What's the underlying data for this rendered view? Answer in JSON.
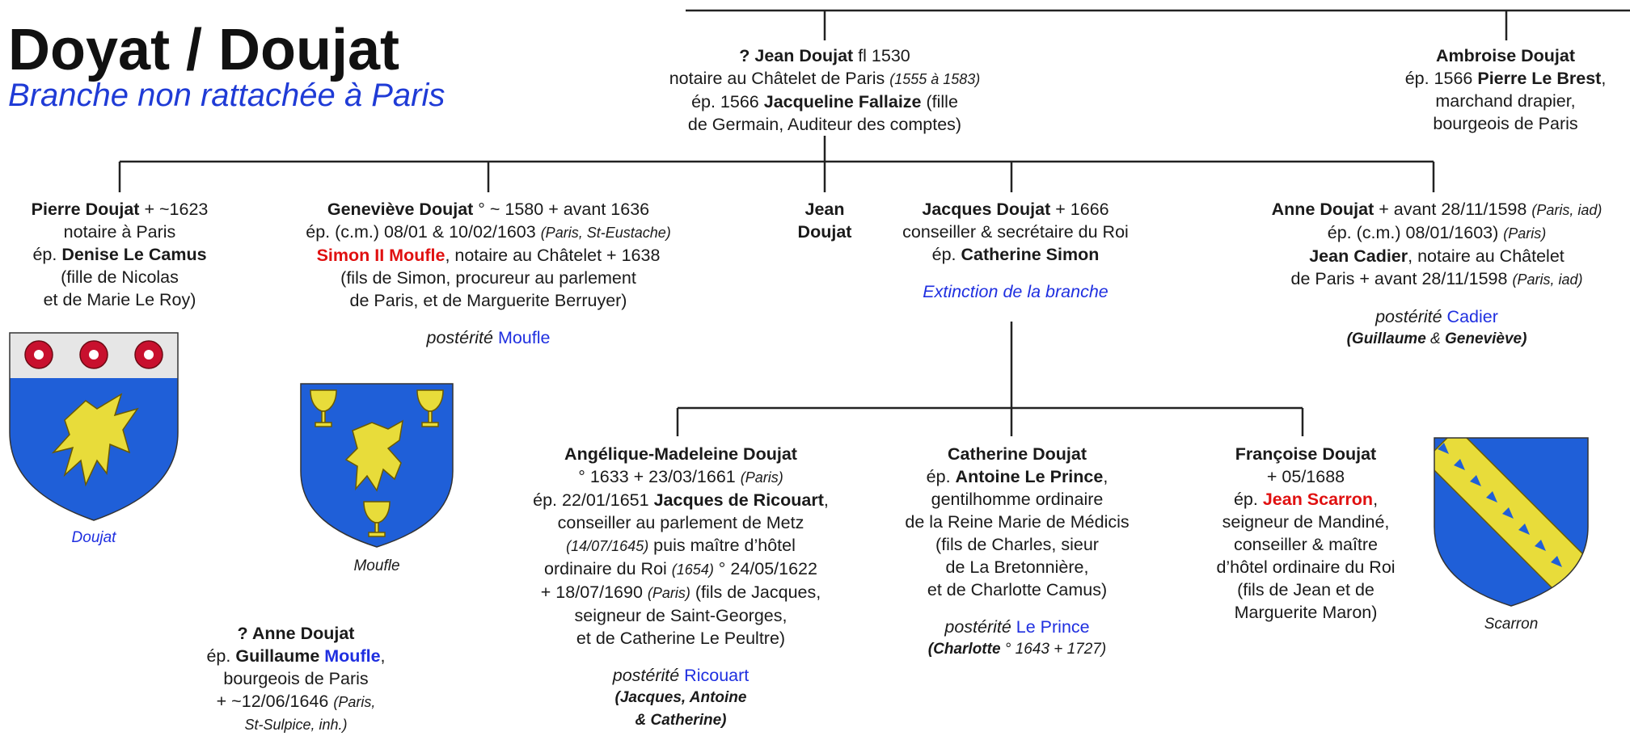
{
  "header": {
    "title": "Doyat / Doujat",
    "subtitle": "Branche non rattachée à Paris"
  },
  "colors": {
    "link_blue": "#1f2fe0",
    "highlight_red": "#e01010",
    "shield_azure": "#1f5fd8",
    "charge_or": "#e8dc3a",
    "chief_argent": "#e6e6e6",
    "rose_gules": "#c8102e"
  },
  "persons": {
    "jean_senior": {
      "l1a": "? Jean Doujat",
      "l1b": " fl 1530",
      "l2a": "notaire au Châtelet de Paris ",
      "l2b": "(1555 à 1583)",
      "l3a": "ép. 1566 ",
      "l3b": "Jacqueline Fallaize",
      "l3c": " (fille",
      "l4": "de Germain, Auditeur des comptes)"
    },
    "ambroise": {
      "l1": "Ambroise Doujat",
      "l2a": "ép. 1566 ",
      "l2b": "Pierre Le Brest",
      "l2c": ",",
      "l3": "marchand drapier,",
      "l4": "bourgeois de Paris"
    },
    "pierre": {
      "l1a": "Pierre Doujat",
      "l1b": " + ~1623",
      "l2": "notaire à Paris",
      "l3a": "ép. ",
      "l3b": "Denise Le Camus",
      "l4": "(fille de Nicolas",
      "l5": "et de Marie Le Roy)"
    },
    "genevieve": {
      "l1a": "Geneviève Doujat",
      "l1b": " ° ~ 1580 + avant 1636",
      "l2a": "ép. (c.m.) 08/01 & 10/02/1603 ",
      "l2b": "(Paris, St-Eustache)",
      "l3a": "Simon II Moufle",
      "l3b": ", notaire au Châtelet + 1638",
      "l4": "(fils de Simon, procureur au parlement",
      "l5": "de Paris, et de Marguerite Berruyer)",
      "post_a": "postérité ",
      "post_b": "Moufle"
    },
    "jean_junior": {
      "l1": "Jean",
      "l2": "Doujat"
    },
    "jacques": {
      "l1a": "Jacques Doujat",
      "l1b": " + 1666",
      "l2": "conseiller & secrétaire du Roi",
      "l3a": "ép. ",
      "l3b": "Catherine Simon",
      "ext": "Extinction de la branche"
    },
    "anne": {
      "l1a": "Anne Doujat",
      "l1b": " + avant 28/11/1598 ",
      "l1c": "(Paris, iad)",
      "l2a": "ép. (c.m.) 08/01/1603) ",
      "l2b": "(Paris)",
      "l3a": "Jean Cadier",
      "l3b": ", notaire  au Châtelet",
      "l4a": "de Paris + avant 28/11/1598 ",
      "l4b": "(Paris, iad)",
      "post_a": "postérité ",
      "post_b": "Cadier",
      "names_a": "(Guillaume",
      "names_b": " & ",
      "names_c": "Geneviève)"
    },
    "anne2": {
      "l1": "? Anne Doujat",
      "l2a": "ép. ",
      "l2b": "Guillaume ",
      "l2c": "Moufle",
      "l2d": ",",
      "l3": "bourgeois de Paris",
      "l4a": "+ ~12/06/1646 ",
      "l4b": "(Paris,",
      "l5": "St-Sulpice, inh.)"
    },
    "angelique": {
      "l1": "Angélique-Madeleine Doujat",
      "l2a": "° 1633 + 23/03/1661 ",
      "l2b": "(Paris)",
      "l3a": "ép. 22/01/1651 ",
      "l3b": "Jacques de Ricouart",
      "l3c": ",",
      "l4": "conseiller au parlement de Metz",
      "l5a": "(14/07/1645)",
      "l5b": " puis maître d’hôtel",
      "l6a": "ordinaire du Roi ",
      "l6b": "(1654)",
      "l6c": " ° 24/05/1622",
      "l7a": "+ 18/07/1690 ",
      "l7b": "(Paris)",
      "l7c": " (fils de Jacques,",
      "l8": "seigneur de Saint-Georges,",
      "l9": "et de Catherine Le Peultre)",
      "post_a": "postérité ",
      "post_b": "Ricouart",
      "names1": "(Jacques, Antoine",
      "names2": "& Catherine)"
    },
    "catherine": {
      "l1": "Catherine Doujat",
      "l2a": "ép. ",
      "l2b": "Antoine Le Prince",
      "l2c": ",",
      "l3": "gentilhomme ordinaire",
      "l4": "de la Reine Marie de Médicis",
      "l5": "(fils de Charles, sieur",
      "l6": "de La Bretonnière,",
      "l7": "et de Charlotte Camus)",
      "post_a": "postérité ",
      "post_b": "Le Prince",
      "names_a": "(Charlotte",
      "names_b": " ° 1643 + 1727)"
    },
    "francoise": {
      "l1": "Françoise Doujat",
      "l2": "+ 05/1688",
      "l3a": "ép. ",
      "l3b": "Jean Scarron",
      "l3c": ",",
      "l4": "seigneur de Mandiné,",
      "l5": "conseiller & maître",
      "l6": "d’hôtel ordinaire du Roi",
      "l7": "(fils de Jean et de",
      "l8": "Marguerite Maron)"
    }
  },
  "captions": {
    "doujat": "Doujat",
    "moufle": "Moufle",
    "scarron": "Scarron"
  }
}
